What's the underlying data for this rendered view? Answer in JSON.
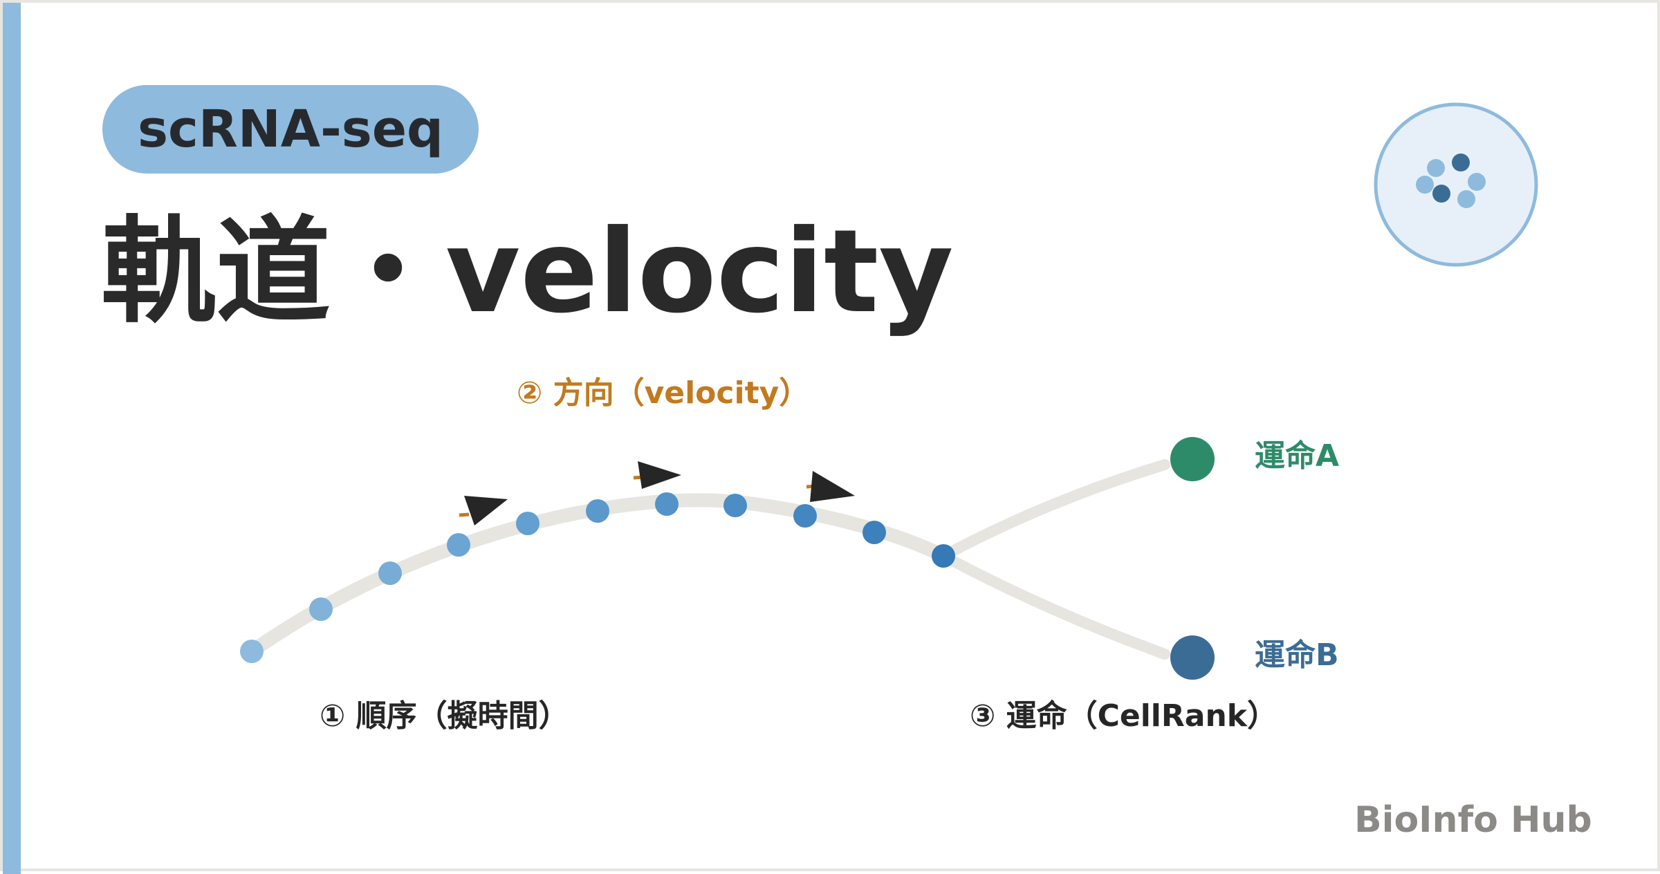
{
  "tag": "scRNA-seq",
  "title": "軌道・velocity",
  "steps": {
    "order": "① 順序（擬時間）",
    "direction": "② 方向（velocity）",
    "fate": "③ 運命（CellRank）"
  },
  "fates": {
    "a": "運命A",
    "b": "運命B"
  },
  "footer": "BioInfo Hub",
  "colors": {
    "accent": "#8ebadd",
    "velocity_label": "#c27a1f",
    "fate_a": "#2e8b6a",
    "fate_b": "#3b6c96",
    "path": "#e6e5e0",
    "arrow": "#262626"
  },
  "icon": "cell-cluster-icon"
}
